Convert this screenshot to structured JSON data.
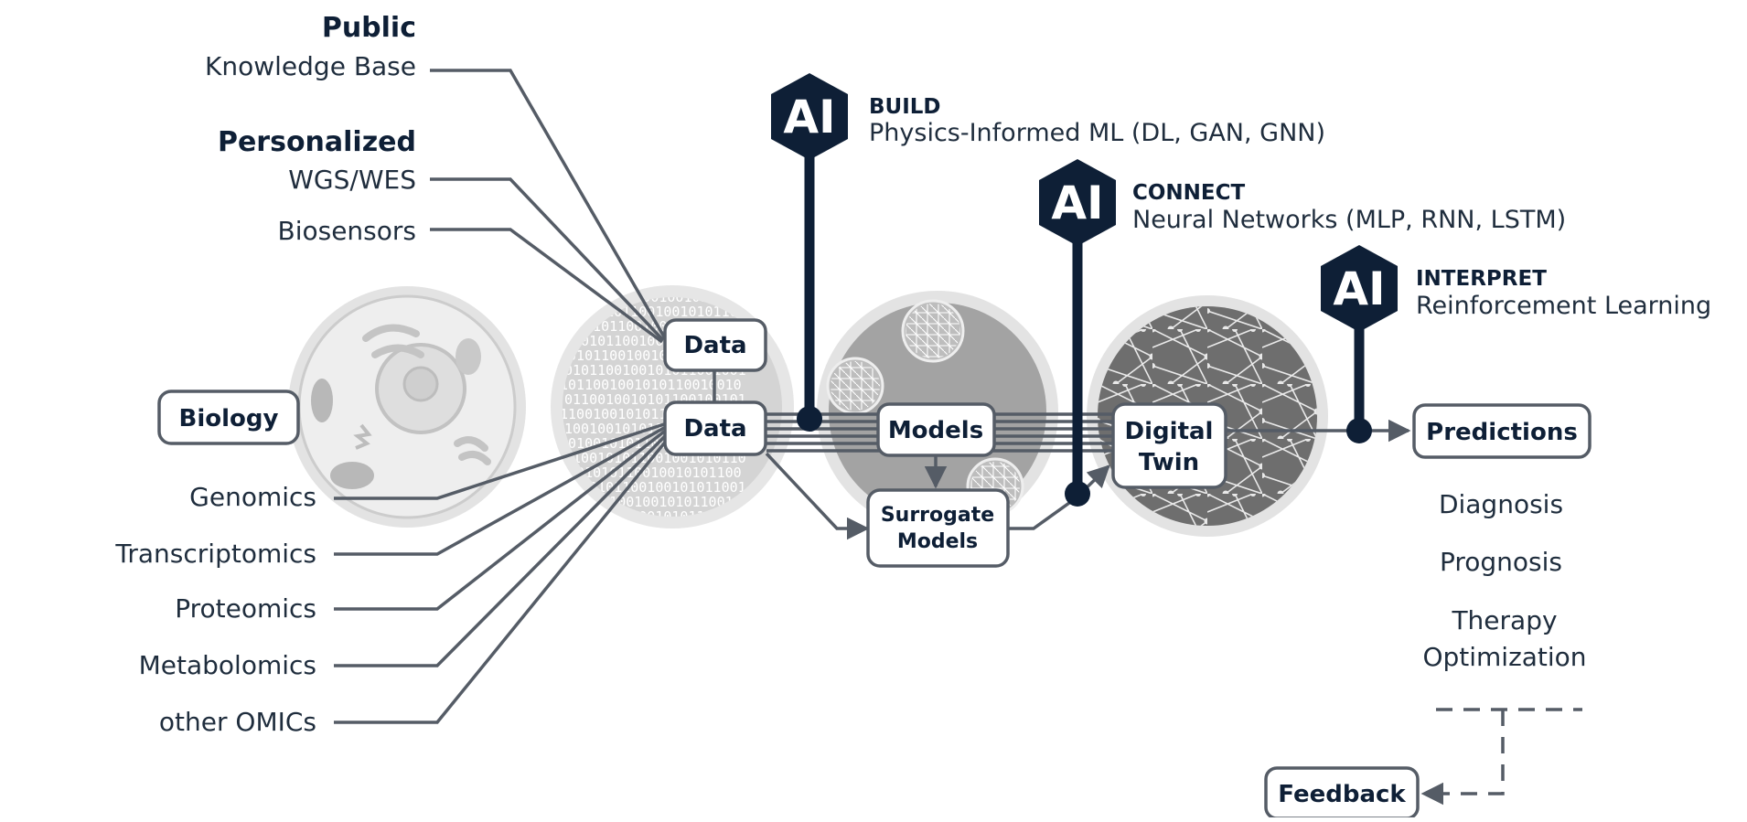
{
  "sources": {
    "public_heading": "Public",
    "public_kb": "Knowledge Base",
    "personalized_heading": "Personalized",
    "wgs": "WGS/WES",
    "biosensors": "Biosensors"
  },
  "biology": {
    "label": "Biology",
    "omics": [
      "Genomics",
      "Transcriptomics",
      "Proteomics",
      "Metabolomics",
      "other OMICs"
    ]
  },
  "nodes": {
    "data_top": "Data",
    "data_main": "Data",
    "models": "Models",
    "surrogate_line1": "Surrogate",
    "surrogate_line2": "Models",
    "twin_line1": "Digital",
    "twin_line2": "Twin",
    "predictions": "Predictions",
    "feedback": "Feedback"
  },
  "ai_steps": [
    {
      "badge": "AI",
      "title": "BUILD",
      "sub": "Physics-Informed ML (DL, GAN, GNN)"
    },
    {
      "badge": "AI",
      "title": "CONNECT",
      "sub": "Neural Networks (MLP, RNN, LSTM)"
    },
    {
      "badge": "AI",
      "title": "INTERPRET",
      "sub": "Reinforcement Learning"
    }
  ],
  "outputs": {
    "diagnosis": "Diagnosis",
    "prognosis": "Prognosis",
    "therapy_line1": "Therapy",
    "therapy_line2": "Optimization"
  },
  "binary_pattern": "01001010110",
  "colors": {
    "navy": "#0e1f36",
    "wire": "#555c66",
    "circle_light": "#d9d9d9",
    "circle_dark": "#6e6e6e"
  }
}
